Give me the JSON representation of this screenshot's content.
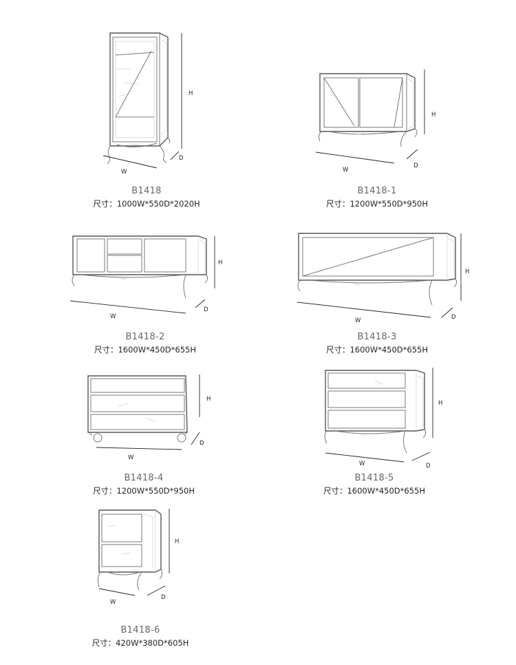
{
  "size_prefix": "尺寸：",
  "dim_labels": {
    "height": "H",
    "width": "W",
    "depth": "D"
  },
  "products": [
    {
      "model": "B1418",
      "size": "1000W*550D*2020H"
    },
    {
      "model": "B1418-1",
      "size": "1200W*550D*950H"
    },
    {
      "model": "B1418-2",
      "size": "1600W*450D*655H"
    },
    {
      "model": "B1418-3",
      "size": "1600W*450D*655H"
    },
    {
      "model": "B1418-4",
      "size": "1200W*550D*950H"
    },
    {
      "model": "B1418-5",
      "size": "1600W*450D*655H"
    },
    {
      "model": "B1418-6",
      "size": "420W*380D*605H"
    }
  ]
}
